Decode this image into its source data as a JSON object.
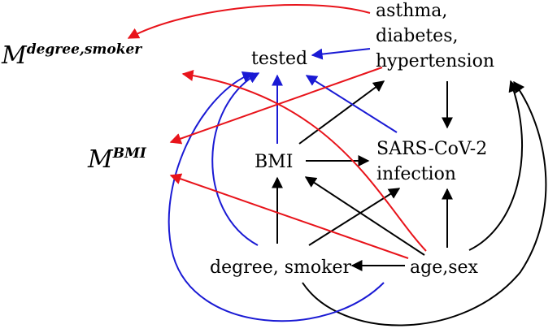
{
  "nodes": {
    "comorbidity_line1": "asthma,",
    "comorbidity_line2": "diabetes,",
    "comorbidity_line3": "hypertension",
    "tested": "tested",
    "bmi": "BMI",
    "infection_line1": "SARS-CoV-2",
    "infection_line2": "infection",
    "degree_smoker": "degree, smoker",
    "age_sex": "age,sex"
  },
  "mask_labels": {
    "m1_base": "M",
    "m1_sup": "degree,smoker",
    "m2_base": "M",
    "m2_sup": "BMI"
  },
  "colors": {
    "black": "#000000",
    "red": "#e8141b",
    "blue": "#1a1ad4"
  }
}
